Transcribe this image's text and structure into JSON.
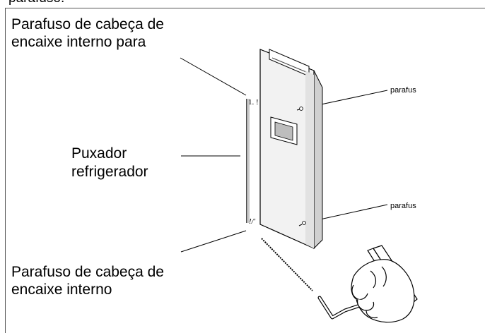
{
  "text": {
    "top_cut": "parafuso.",
    "label_top_line1": "Parafuso de cabeça de",
    "label_top_line2": "encaixe interno para",
    "label_handle_line1": "Puxador",
    "label_handle_line2": "refrigerador",
    "label_bottom_line1": "Parafuso de cabeça de",
    "label_bottom_line2": "encaixe interno",
    "label_screw_upper": "parafus",
    "label_screw_lower": "parafus",
    "mark_top": "1. !",
    "mark_bottom": "!/'"
  },
  "icons": [
    "refrigerator-door",
    "handle-bar",
    "screw",
    "allen-key",
    "hand"
  ],
  "colors": {
    "ink": "#000000",
    "door_fill": "#f2f2f2",
    "shade": "#bdbdbd"
  }
}
